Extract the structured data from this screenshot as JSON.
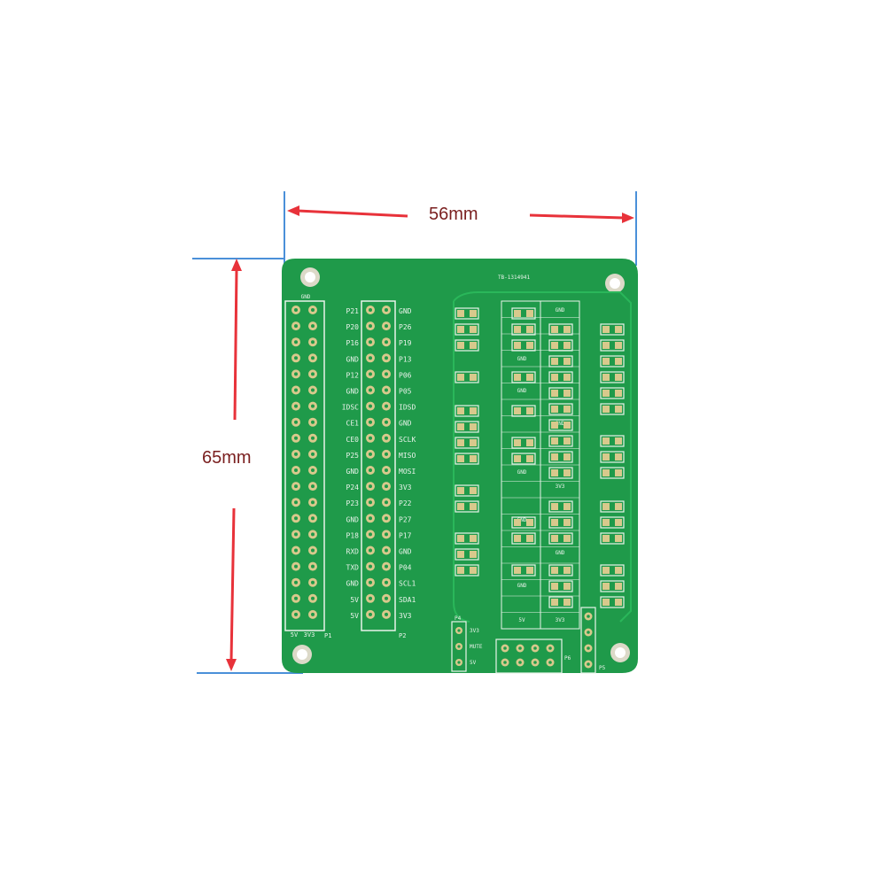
{
  "dimensions": {
    "width_label": "56mm",
    "height_label": "65mm"
  },
  "board": {
    "part_number": "TB-1314941",
    "p1_top_label": "GND",
    "p1_bottom_labels": [
      "5V",
      "3V3"
    ],
    "p1_ref": "P1",
    "p2_ref": "P2",
    "left_header_labels": [
      "P21",
      "P20",
      "P16",
      "GND",
      "P12",
      "GND",
      "IDSC",
      "CE1",
      "CE0",
      "P25",
      "GND",
      "P24",
      "P23",
      "GND",
      "P18",
      "RXD",
      "TXD",
      "GND",
      "5V",
      "5V"
    ],
    "right_header_labels": [
      "GND",
      "P26",
      "P19",
      "P13",
      "P06",
      "P05",
      "IDSD",
      "GND",
      "SCLK",
      "MISO",
      "MOSI",
      "3V3",
      "P22",
      "P27",
      "P17",
      "GND",
      "P04",
      "SCL1",
      "SDA1",
      "3V3"
    ],
    "p4_ref": "P4",
    "p4_labels": [
      "3V3",
      "MUTE",
      "5V"
    ],
    "p5_ref": "P5",
    "p6_ref": "P6",
    "center_text": [
      "GND",
      "GND",
      "GND",
      "GND",
      "GND",
      "3V3",
      "GND",
      "GND",
      "GND",
      "5V",
      "3V3"
    ]
  },
  "colors": {
    "board": "#1f9a4a",
    "silk": "#e9f3ea",
    "arrow": "#e8323a",
    "guide": "#4a90d9"
  }
}
